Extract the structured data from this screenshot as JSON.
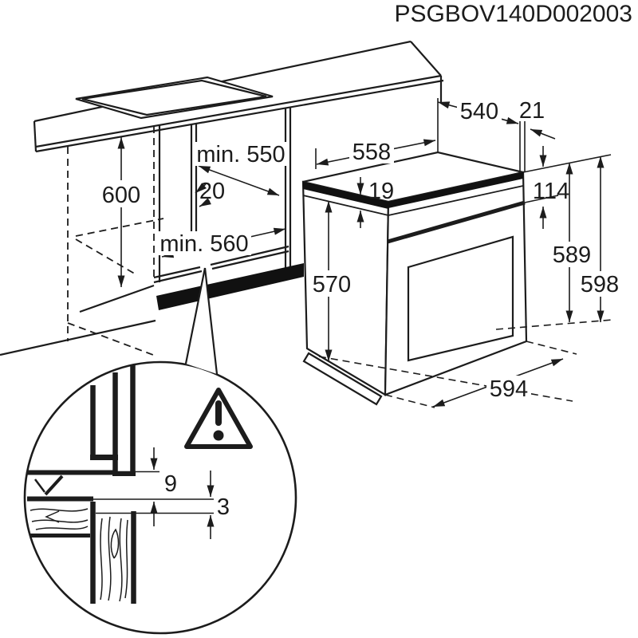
{
  "title": "PSGBOV140D002003",
  "colors": {
    "line": "#1c1c1c",
    "background": "#ffffff",
    "fill_dark": "#111111"
  },
  "cabinet_dims": {
    "niche_height": "600",
    "niche_depth_min": "min. 550",
    "wall_gap": "20",
    "niche_width_min": "min. 560"
  },
  "oven_dims": {
    "body_width": "558",
    "top_trim": "19",
    "body_depth": "540",
    "back_offset": "21",
    "control_panel_height": "114",
    "body_height": "570",
    "height_to_frame": "589",
    "overall_height": "598",
    "front_width": "594"
  },
  "detail_dims": {
    "upper_gap": "9",
    "lower_gap": "3"
  },
  "icons": {
    "warning": "exclamation-triangle-icon"
  }
}
